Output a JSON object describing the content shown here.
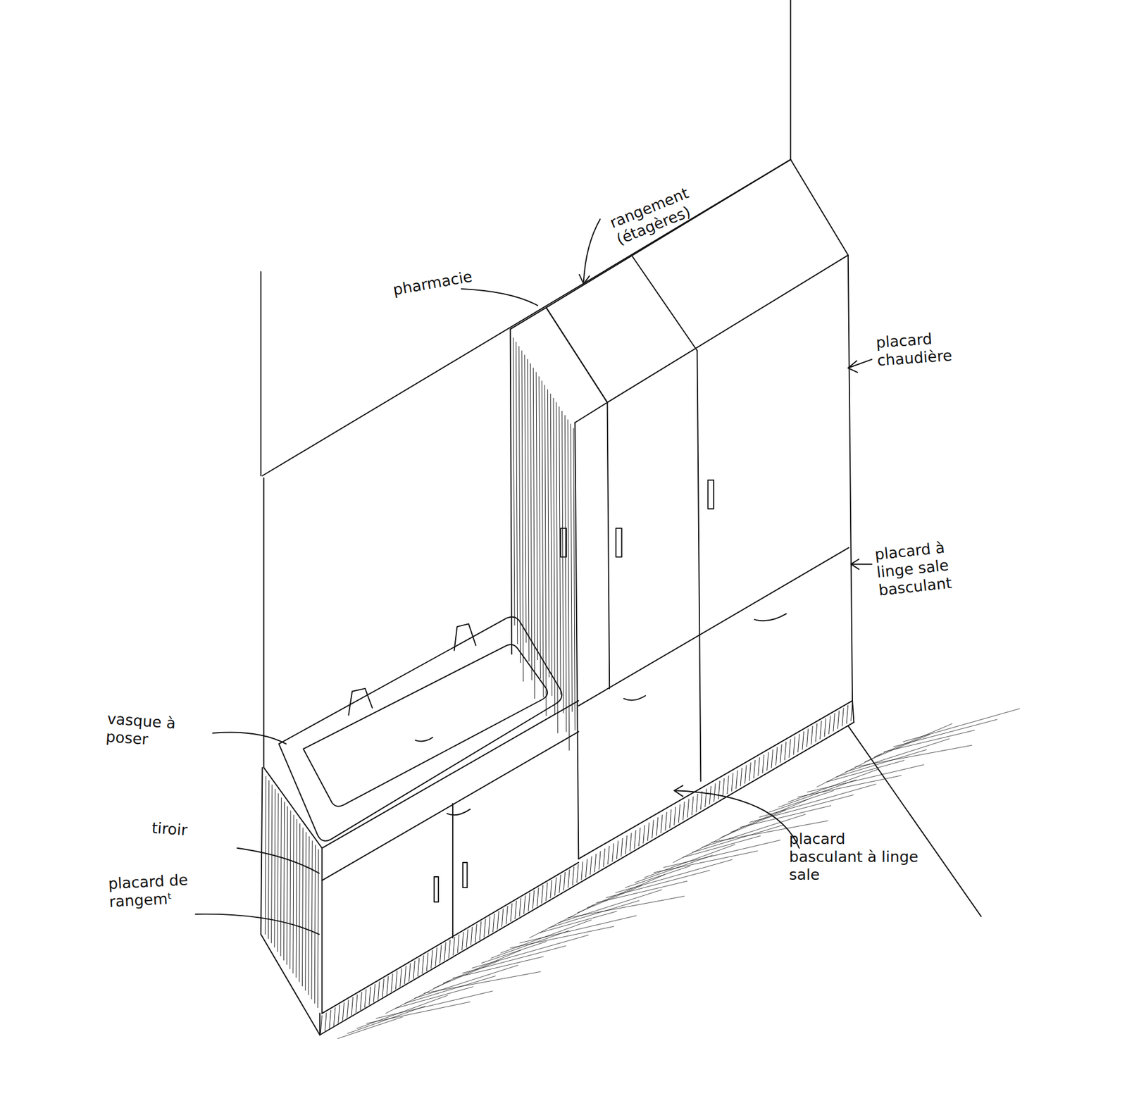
{
  "diagram": {
    "labels": [
      "rangement (étagères)",
      "pharmacie",
      "placard chaudière",
      "placard à linge sale basculant",
      "vasque à poser",
      "tiroir",
      "placard de rangemᵗ",
      "placard basculant à linge sale"
    ]
  }
}
